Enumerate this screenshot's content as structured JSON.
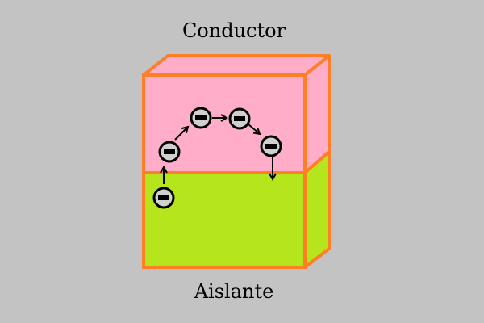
{
  "labels": {
    "top": "Conductor",
    "bottom": "Aislante"
  },
  "colors": {
    "background": "#c3c3c3",
    "conductor_fill": "#ffadc9",
    "insulator_fill": "#b5e61d",
    "edge": "#ff7f27",
    "electron_fill": "#d0d0d0",
    "electron_stroke": "#000000"
  },
  "diagram": {
    "electron_count": 5,
    "electron_symbol": "minus-sign"
  }
}
